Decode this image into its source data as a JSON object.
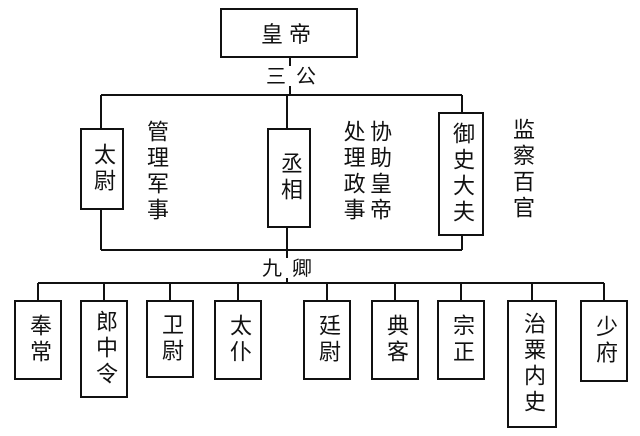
{
  "emperor": "皇帝",
  "three_lords_label": "三公",
  "three_lords": [
    {
      "name": "太尉",
      "duty": "管理军事"
    },
    {
      "name": "丞相",
      "duty": "协助皇帝处理政事"
    },
    {
      "name": "御史大夫",
      "duty": "监察百官"
    }
  ],
  "nine_ministers_label": "九卿",
  "nine_ministers": [
    "奉常",
    "郎中令",
    "卫尉",
    "太仆",
    "廷尉",
    "典客",
    "宗正",
    "治粟内史",
    "少府"
  ]
}
